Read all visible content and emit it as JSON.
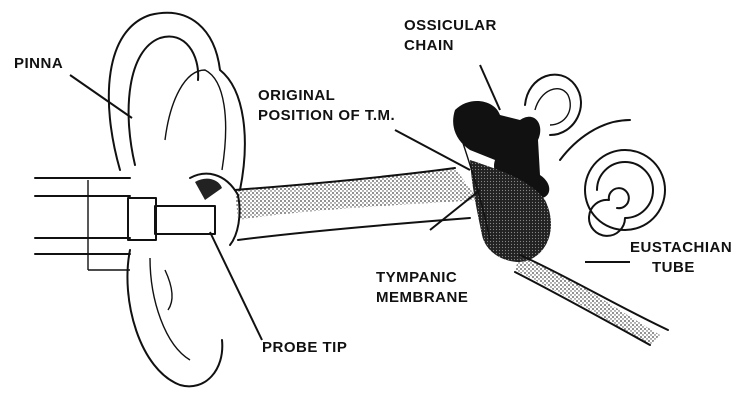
{
  "labels": {
    "pinna": "PINNA",
    "ossicular_chain_line1": "OSSICULAR",
    "ossicular_chain_line2": "CHAIN",
    "original_position_line1": "ORIGINAL",
    "original_position_line2": "POSITION OF T.M.",
    "tympanic_membrane_line1": "TYMPANIC",
    "tympanic_membrane_line2": "MEMBRANE",
    "eustachian_tube_line1": "EUSTACHIAN",
    "eustachian_tube_line2": "TUBE",
    "probe_tip": "PROBE TIP"
  },
  "colors": {
    "ink": "#111111",
    "background": "#ffffff",
    "stipple": "#444444"
  }
}
